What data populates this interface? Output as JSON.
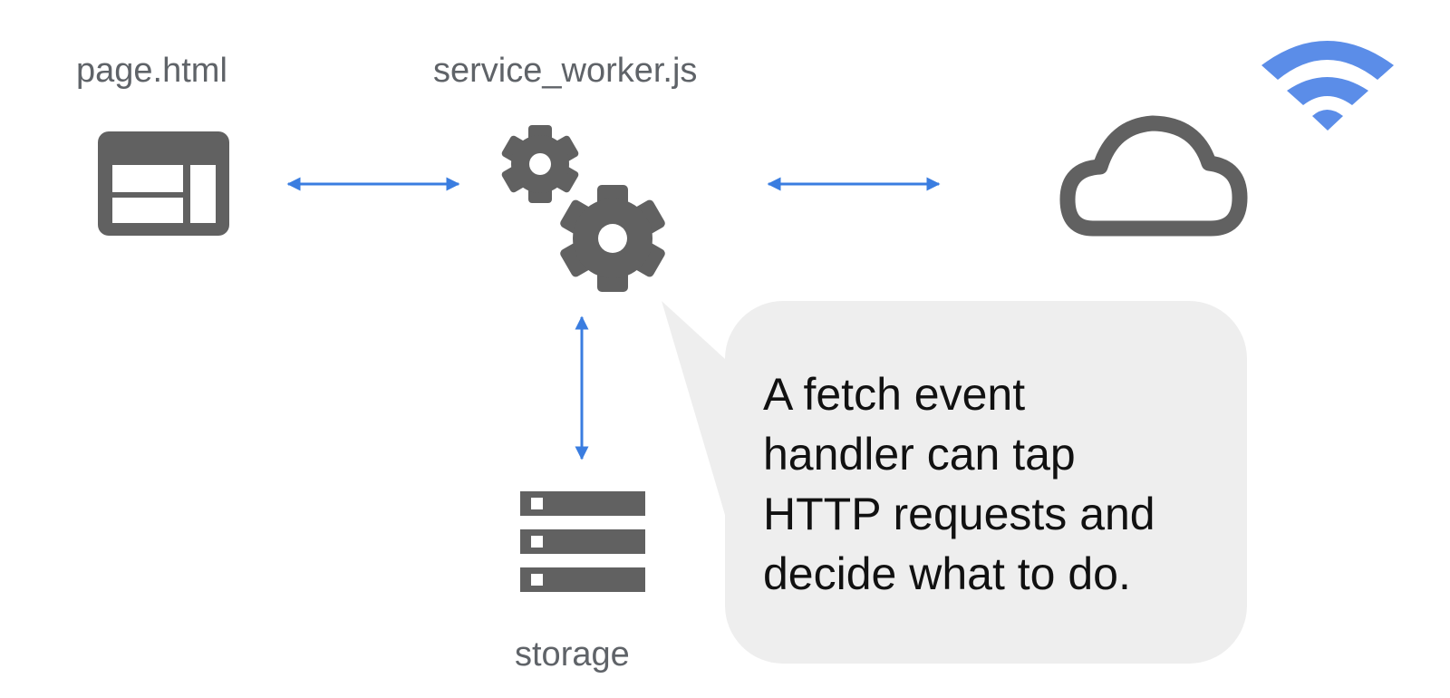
{
  "labels": {
    "page": "page.html",
    "service_worker": "service_worker.js",
    "storage": "storage"
  },
  "callout": {
    "lines": [
      "A fetch event",
      "handler can tap",
      "HTTP requests and",
      "decide what to do."
    ]
  },
  "icons": {
    "page": "browser-window-icon",
    "service_worker": "gears-icon",
    "cloud": "cloud-icon",
    "network": "wifi-icon",
    "storage": "database-stack-icon"
  },
  "colors": {
    "icon_gray": "#616161",
    "label_gray": "#5f6368",
    "arrow_blue": "#3a7de0",
    "wifi_blue": "#5b8de8",
    "bubble_fill": "#eeeeee",
    "text_dark": "#111111"
  }
}
